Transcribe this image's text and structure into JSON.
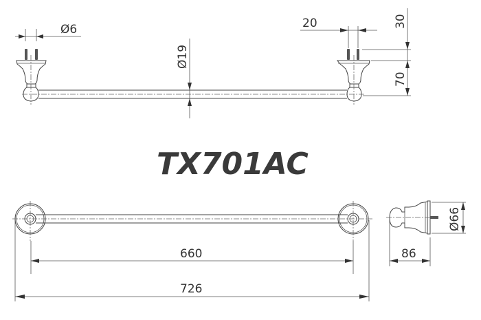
{
  "title": "TX701AC",
  "colors": {
    "line": "#444444",
    "text": "#333333",
    "background": "#ffffff"
  },
  "front_view": {
    "dims": {
      "screw_diameter": "Ø6",
      "screw_spacing": "20",
      "bar_diameter": "Ø19",
      "screw_length": "30",
      "bar_offset_height": "70"
    }
  },
  "top_view": {
    "dims": {
      "center_to_center": "660",
      "overall_length": "726"
    }
  },
  "side_view": {
    "dims": {
      "base_diameter": "Ø66",
      "projection_depth": "86"
    }
  }
}
